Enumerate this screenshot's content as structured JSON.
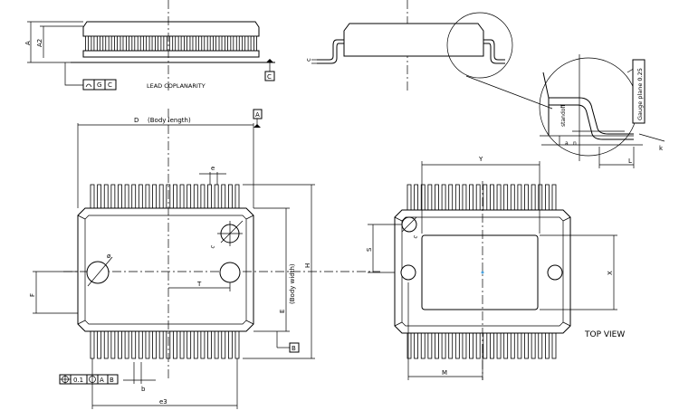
{
  "labels": {
    "A": "A",
    "A2": "A2",
    "c": "c",
    "lead_coplanarity": "LEAD COPLANARITY",
    "frame_G": "G",
    "frame_C": "C",
    "datum_C": "C",
    "D": "D",
    "body_length": "(Body length)",
    "datum_A": "A",
    "e": "e",
    "E": "E",
    "body_width": "(Body width)",
    "H": "H",
    "datum_B": "B",
    "F": "F",
    "T": "T",
    "b": "b",
    "e3": "e3",
    "hole_symbol": "ø",
    "tol_value": "0.1",
    "tol_datum_A": "A",
    "tol_datum_B": "B",
    "Y": "Y",
    "S": "S",
    "X": "X",
    "M": "M",
    "top_view": "TOP VIEW",
    "standoff": "standoff",
    "gauge_plane": "Gauge plane 0.25",
    "L": "L",
    "k": "k",
    "a1": "a",
    "n": "n"
  }
}
